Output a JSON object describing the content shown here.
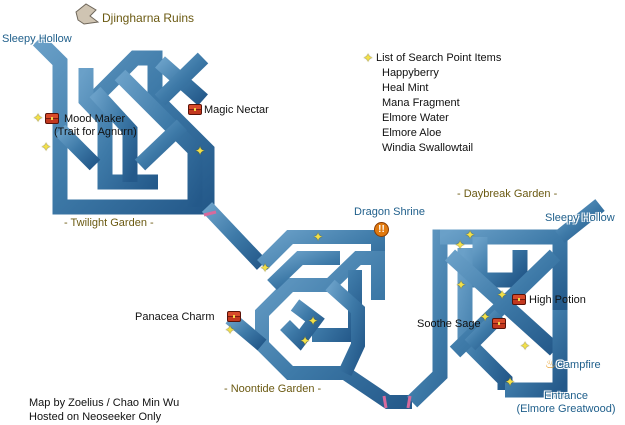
{
  "title": "Djingharna Ruins",
  "list": {
    "heading": "List of Search Point Items",
    "items": [
      "Happyberry",
      "Heal Mint",
      "Mana Fragment",
      "Elmore Water",
      "Elmore Aloe",
      "Windia Swallowtail"
    ]
  },
  "exits": {
    "sleepy_hollow_nw": "Sleepy Hollow",
    "sleepy_hollow_e": "Sleepy Hollow",
    "entrance": "Entrance",
    "entrance_sub": "(Elmore Greatwood)"
  },
  "areas": {
    "twilight": "- Twilight Garden -",
    "daybreak": "- Daybreak Garden -",
    "noontide": "- Noontide Garden -"
  },
  "places": {
    "dragon_shrine": "Dragon Shrine",
    "campfire": "Campfire"
  },
  "chests": {
    "mood_maker": "Mood Maker",
    "mood_maker_sub": "(Trait for Agnurn)",
    "magic_nectar": "Magic Nectar",
    "panacea_charm": "Panacea Charm",
    "high_potion": "High Potion",
    "soothe_sage": "Soothe Sage"
  },
  "credit": {
    "line1": "Map by Zoelius / Chao Min Wu",
    "line2": "Hosted on Neoseeker Only"
  },
  "colors": {
    "path": "#3e7aa8",
    "path_dark": "#1f4f78",
    "gold_text": "#6b5a12",
    "blue_text": "#1f5f8b",
    "sparkle": "#f2e04a",
    "gate": "#d76a9c"
  }
}
